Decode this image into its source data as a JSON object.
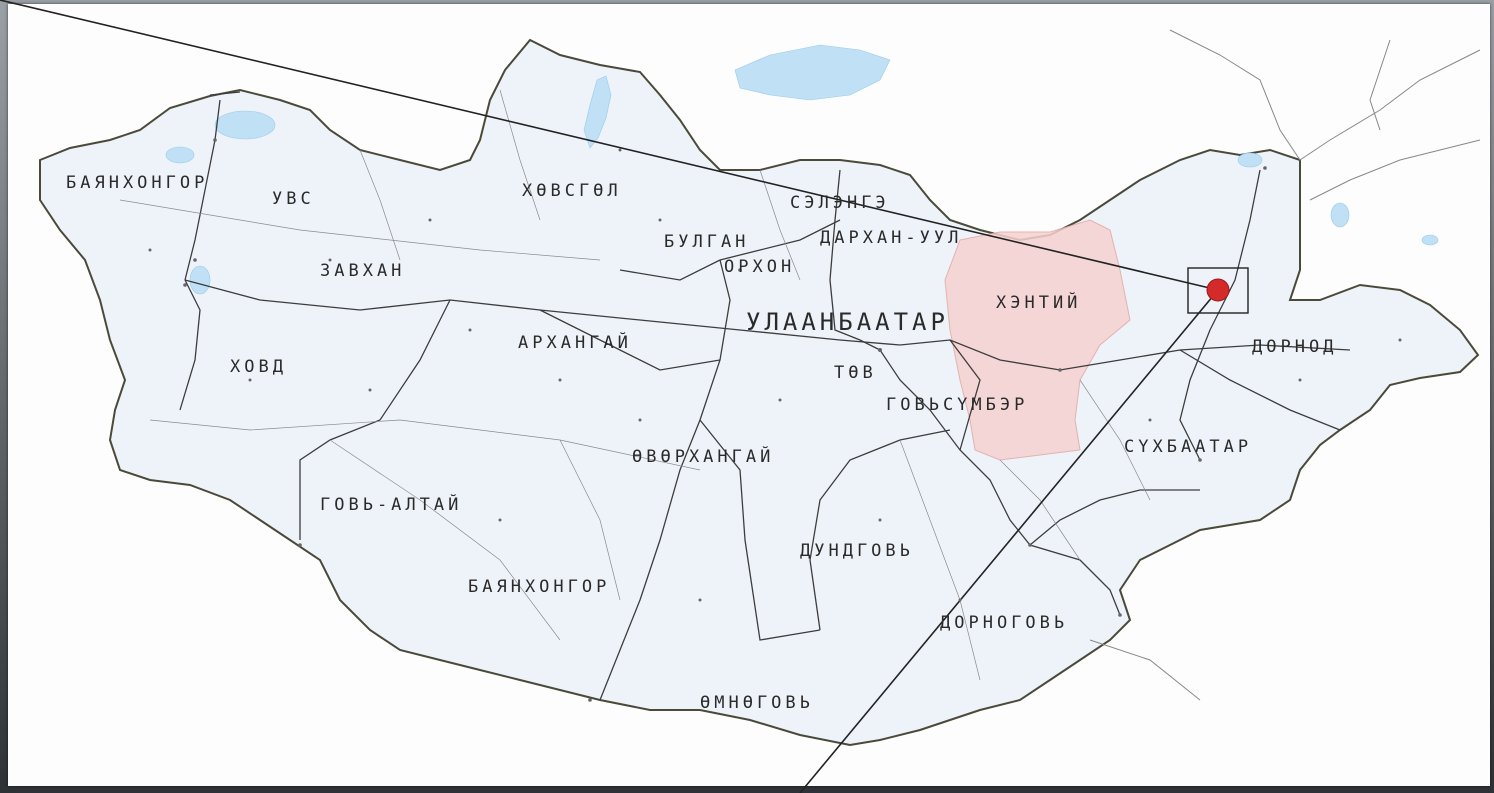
{
  "map": {
    "colors": {
      "country_fill": "#eef3fa",
      "border": "#4a4a3a",
      "lake": "#bfe0f5",
      "road": "#3d3d3d",
      "highlight_province": "#f6d2d0",
      "marker": "#d42a2a",
      "pointer_line": "#222222"
    },
    "regions": [
      {
        "id": "bayankhongor-nw",
        "label": "БАЯНХОНГОР"
      },
      {
        "id": "uvs",
        "label": "УВС"
      },
      {
        "id": "khuvsgul",
        "label": "ХӨВСГӨЛ"
      },
      {
        "id": "selenge",
        "label": "СЭЛЭНГЭ"
      },
      {
        "id": "bulgan",
        "label": "БУЛГАН"
      },
      {
        "id": "darkhan-uul",
        "label": "ДАРХАН-УУЛ"
      },
      {
        "id": "orkhon",
        "label": "ОРХОН"
      },
      {
        "id": "zavkhan",
        "label": "ЗАВХАН"
      },
      {
        "id": "khentii",
        "label": "ХЭНТИЙ"
      },
      {
        "id": "ulaanbaatar",
        "label": "УЛААНБААТАР"
      },
      {
        "id": "arkhangai",
        "label": "АРХАНГАЙ"
      },
      {
        "id": "dornod",
        "label": "ДОРНОД"
      },
      {
        "id": "khovd",
        "label": "ХОВД"
      },
      {
        "id": "tuv",
        "label": "ТӨВ"
      },
      {
        "id": "govisumber",
        "label": "ГОВЬСҮМБЭР"
      },
      {
        "id": "sukhbaatar",
        "label": "СҮХБААТАР"
      },
      {
        "id": "uvurkhangai",
        "label": "ӨВӨРХАНГАЙ"
      },
      {
        "id": "govi-altai",
        "label": "ГОВЬ-АЛТАЙ"
      },
      {
        "id": "dundgovi",
        "label": "ДУНДГОВЬ"
      },
      {
        "id": "bayankhongor",
        "label": "БАЯНХОНГОР"
      },
      {
        "id": "dornogovi",
        "label": "ДОРНОГОВЬ"
      },
      {
        "id": "umnugovi",
        "label": "ӨМНӨГОВЬ"
      }
    ],
    "highlighted_region": "khentii",
    "marker": {
      "name": "study-site-marker"
    }
  }
}
